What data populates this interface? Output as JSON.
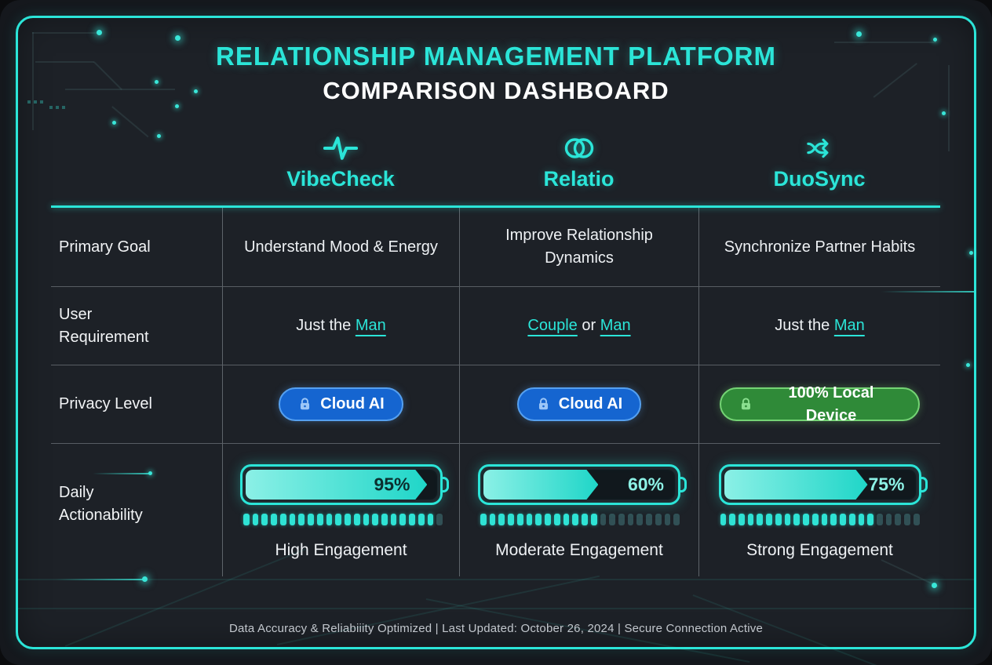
{
  "title": {
    "line1": "RELATIONSHIP MANAGEMENT PLATFORM",
    "line2": "COMPARISON DASHBOARD"
  },
  "colors": {
    "accent_cyan": "#2BE5D8",
    "badge_blue_bg": "#1565D0",
    "badge_blue_border": "#55A0F0",
    "badge_green_bg": "#2F8A38",
    "badge_green_border": "#74D374"
  },
  "platforms": [
    {
      "name": "VibeCheck",
      "icon": "activity-pulse-icon"
    },
    {
      "name": "Relatio",
      "icon": "linked-rings-icon"
    },
    {
      "name": "DuoSync",
      "icon": "shuffle-icon"
    }
  ],
  "rows": {
    "primary_goal": {
      "label": "Primary Goal",
      "values": [
        "Understand Mood & Energy",
        "Improve Relationship Dynamics",
        "Synchronize Partner Habits"
      ]
    },
    "user_requirement": {
      "label": "User Requirement",
      "cells": [
        {
          "prefix": "Just the ",
          "link1": "Man"
        },
        {
          "link1": "Couple",
          "middle": " or ",
          "link2": "Man"
        },
        {
          "prefix": "Just the ",
          "link1": "Man"
        }
      ]
    },
    "privacy_level": {
      "label": "Privacy Level",
      "badges": [
        {
          "label": "Cloud AI",
          "style": "blue",
          "icon": "lock-icon"
        },
        {
          "label": "Cloud AI",
          "style": "blue",
          "icon": "lock-icon"
        },
        {
          "label": "100% Local Device",
          "style": "green",
          "icon": "lock-icon"
        }
      ]
    },
    "daily_actionability": {
      "label": "Daily Actionability",
      "gauges": [
        {
          "percent": 95,
          "percent_label": "95%",
          "engagement": "High Engagement"
        },
        {
          "percent": 60,
          "percent_label": "60%",
          "engagement": "Moderate Engagement"
        },
        {
          "percent": 75,
          "percent_label": "75%",
          "engagement": "Strong Engagement"
        }
      ]
    }
  },
  "footer": {
    "text": "Data Accuracy & Reliabiiity Optimized | Last Updated: October 26, 2024 | Secure Connection Active"
  }
}
